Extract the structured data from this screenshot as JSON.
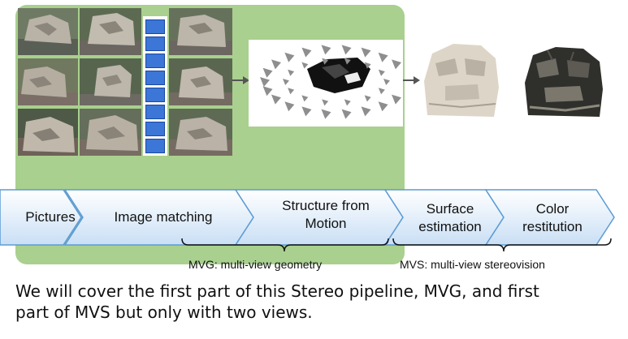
{
  "pipeline": {
    "stages": [
      {
        "label": "Pictures"
      },
      {
        "label": "Image matching"
      },
      {
        "label": "Structure from Motion"
      },
      {
        "label": "Surface estimation"
      },
      {
        "label": "Color restitution"
      }
    ],
    "groups": [
      {
        "label": "MVG: multi-view geometry"
      },
      {
        "label": "MVS: multi-view stereovision"
      }
    ]
  },
  "text": {
    "line1": "We will cover the first part of this Stereo pipeline, MVG, and first",
    "line2": "part of MVS but only with two views."
  },
  "colors": {
    "highlight_panel": "#a9d08e",
    "arrow_fill_top": "#ffffff",
    "arrow_fill_bottom": "#c9dff5",
    "arrow_stroke": "#5b9bd5",
    "feature_thumb": "#3c76d6"
  }
}
